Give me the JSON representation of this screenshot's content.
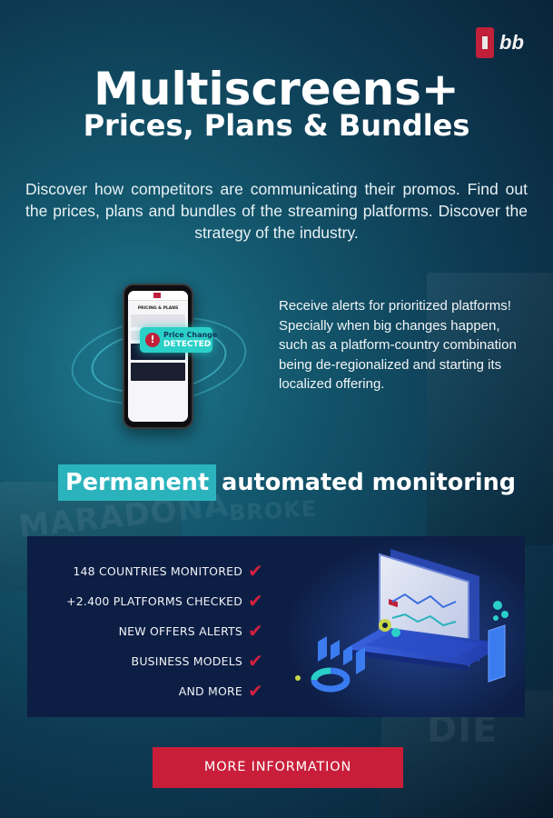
{
  "brand": {
    "logo_text": "bb",
    "accent": "#c81e3a",
    "teal": "#2bb3bd"
  },
  "hero": {
    "title_line1": "Multiscreens+",
    "title_line2": "Prices, Plans & Bundles",
    "intro": "Discover how competitors are communicating their promos. Find out the prices, plans and bundles of the streaming platforms. Discover the strategy of the industry."
  },
  "phone": {
    "screen_heading": "PRICING & PLANS",
    "badge_line1": "Price Change",
    "badge_line2": "DETECTED",
    "badge_icon": "exclamation-icon"
  },
  "alerts_text": "Receive alerts for prioritized platforms! Specially when big changes happen, such as a platform-country combination being de-regionalized and starting its localized offering.",
  "monitoring": {
    "highlight": "Permanent",
    "rest": "automated monitoring"
  },
  "features": [
    {
      "label": "148 COUNTRIES MONITORED",
      "icon": "checkmark-icon"
    },
    {
      "label": "+2.400 PLATFORMS CHECKED",
      "icon": "checkmark-icon"
    },
    {
      "label": "NEW OFFERS ALERTS",
      "icon": "checkmark-icon"
    },
    {
      "label": "BUSINESS MODELS",
      "icon": "checkmark-icon"
    },
    {
      "label": "AND MORE",
      "icon": "checkmark-icon"
    }
  ],
  "cta": {
    "label": "MORE INFORMATION"
  }
}
